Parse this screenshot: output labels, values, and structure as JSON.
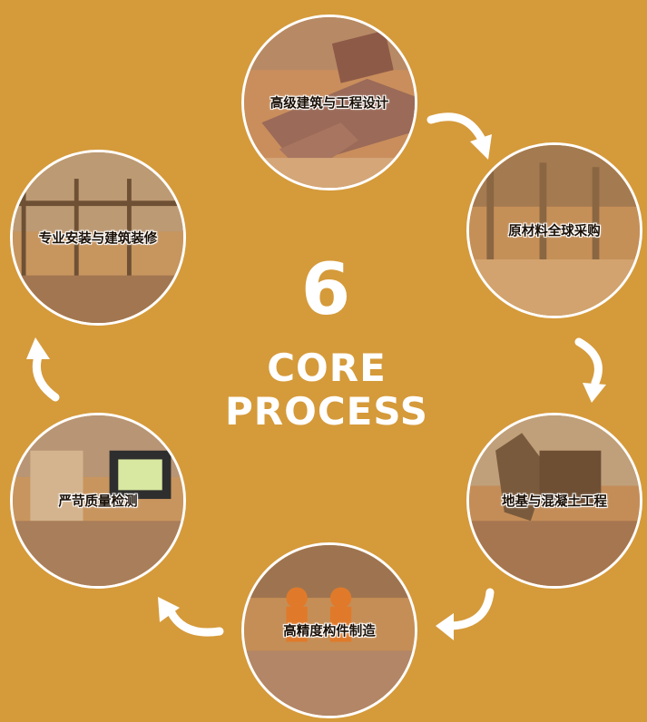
{
  "center": {
    "number": "6",
    "line1": "CORE",
    "line2": "PROCESS"
  },
  "colors": {
    "background": "#D59A3A",
    "ring": "#FFFFFF",
    "text": "#1A0F05"
  },
  "steps": [
    {
      "label": "高级建筑与工程设计"
    },
    {
      "label": "原材料全球采购"
    },
    {
      "label": "地基与混凝土工程"
    },
    {
      "label": "高精度构件制造"
    },
    {
      "label": "严苛质量检测"
    },
    {
      "label": "专业安装与建筑装修"
    }
  ]
}
